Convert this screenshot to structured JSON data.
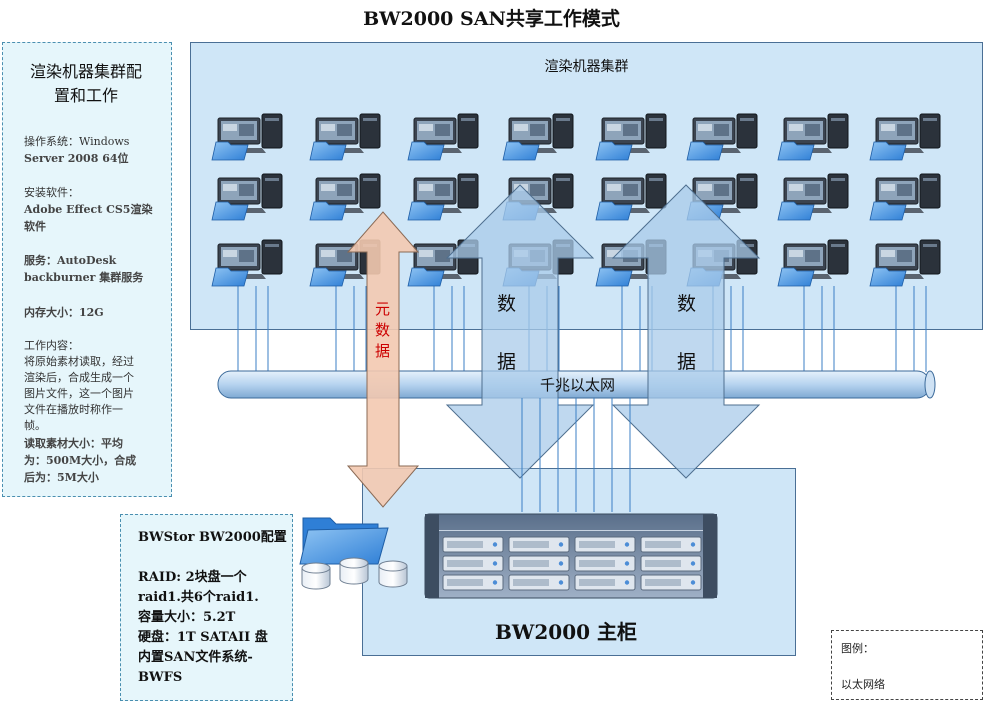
{
  "title": "BW2000  SAN共享工作模式",
  "cluster": {
    "label": "渲染机器集群"
  },
  "side_panel": {
    "title_line1": "渲染机器集群配",
    "title_line2": "置和工作",
    "lines": [
      "操作系统：Windows",
      "Server 2008 64位",
      "安装软件：",
      "Adobe Effect CS5渲染",
      "软件",
      "服务：AutoDesk",
      "backburner 集群服务",
      "内存大小：12G",
      "工作内容：",
      "将原始素材读取，经过",
      "渲染后，合成生成一个",
      "图片文件，这一个图片",
      "文件在播放时称作一",
      "帧。",
      "读取素材大小：平均",
      "为：500M大小，合成",
      "后为：5M大小"
    ]
  },
  "config_panel": {
    "lines": [
      "BWStor BW2000配置",
      "RAID: 2块盘一个",
      "raid1.共6个raid1.",
      "容量大小：5.2T",
      "硬盘：1T SATAII 盘",
      "内置SAN文件系统-",
      "BWFS"
    ]
  },
  "network": {
    "label": "千兆以太网"
  },
  "metadata_arrow": {
    "chars": [
      "元",
      "数",
      "据"
    ]
  },
  "data_arrows": [
    {
      "char1": "数",
      "char2": "据"
    },
    {
      "char1": "数",
      "char2": "据"
    }
  ],
  "main_cabinet": {
    "label": "BW2000 主柜"
  },
  "legend": {
    "title": "图例：",
    "item": "以太网络"
  },
  "colors": {
    "panel_fill": "#cfe6f7",
    "side_fill": "#e6f6fb",
    "arrow_blue": "#a9cbe9",
    "arrow_orange": "#f3c9b0",
    "line_blue": "#3b7fc4"
  },
  "icons": {
    "workstation": "computer-workstation-icon",
    "folder": "blue-folder-icon",
    "disk": "disk-cylinder-icon",
    "storage": "storage-array-icon"
  }
}
